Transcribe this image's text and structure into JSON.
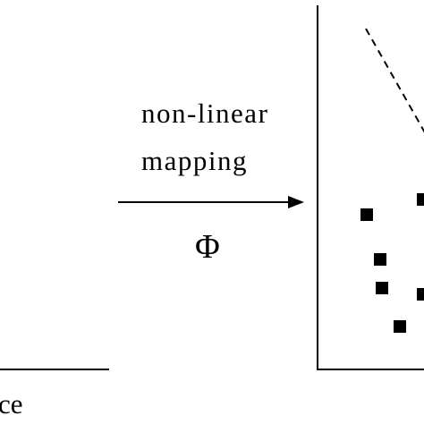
{
  "mapping": {
    "line1": "non-linear",
    "line2": "mapping",
    "symbol": "Φ"
  },
  "left_panel": {
    "label_fragment": "ce"
  },
  "colors": {
    "ink": "#000000",
    "background": "#ffffff"
  },
  "icons": {
    "arrow": "right-arrow-icon",
    "point_marker": "filled-square-marker"
  }
}
